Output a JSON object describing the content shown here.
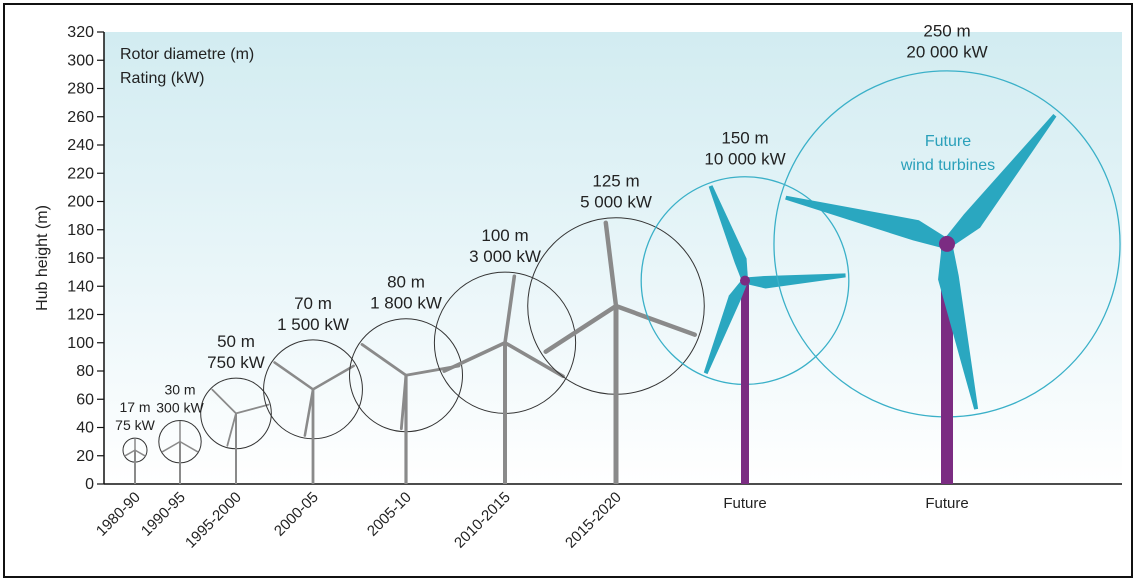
{
  "chart_data": {
    "type": "scatter",
    "title": "",
    "legend_lines": [
      "Rotor diametre (m)",
      "Rating (kW)"
    ],
    "ylabel": "Hub height (m)",
    "xlabel": "",
    "ylim": [
      0,
      320
    ],
    "y_ticks": [
      0,
      20,
      40,
      60,
      80,
      100,
      120,
      140,
      160,
      180,
      200,
      220,
      240,
      260,
      280,
      300,
      320
    ],
    "grid": false,
    "turbines": [
      {
        "period": "1980-90",
        "rotor_label": "17 m",
        "rating_label": "75 kW",
        "rotor_diameter_m": 17,
        "rating_kw": 75,
        "hub_height_m": 24,
        "future": false
      },
      {
        "period": "1990-95",
        "rotor_label": "30 m",
        "rating_label": "300 kW",
        "rotor_diameter_m": 30,
        "rating_kw": 300,
        "hub_height_m": 30,
        "future": false
      },
      {
        "period": "1995-2000",
        "rotor_label": "50 m",
        "rating_label": "750 kW",
        "rotor_diameter_m": 50,
        "rating_kw": 750,
        "hub_height_m": 50,
        "future": false
      },
      {
        "period": "2000-05",
        "rotor_label": "70 m",
        "rating_label": "1 500 kW",
        "rotor_diameter_m": 70,
        "rating_kw": 1500,
        "hub_height_m": 67,
        "future": false
      },
      {
        "period": "2005-10",
        "rotor_label": "80 m",
        "rating_label": "1 800 kW",
        "rotor_diameter_m": 80,
        "rating_kw": 1800,
        "hub_height_m": 77,
        "future": false
      },
      {
        "period": "2010-2015",
        "rotor_label": "100 m",
        "rating_label": "3 000 kW",
        "rotor_diameter_m": 100,
        "rating_kw": 3000,
        "hub_height_m": 100,
        "future": false
      },
      {
        "period": "2015-2020",
        "rotor_label": "125 m",
        "rating_label": "5 000 kW",
        "rotor_diameter_m": 125,
        "rating_kw": 5000,
        "hub_height_m": 126,
        "future": false
      },
      {
        "period": "Future",
        "rotor_label": "150 m",
        "rating_label": "10 000 kW",
        "rotor_diameter_m": 150,
        "rating_kw": 10000,
        "hub_height_m": 144,
        "future": true
      },
      {
        "period": "Future",
        "rotor_label": "250 m",
        "rating_label": "20 000 kW",
        "rotor_diameter_m": 250,
        "rating_kw": 20000,
        "hub_height_m": 170,
        "future": true
      }
    ],
    "annotation": [
      "Future",
      "wind turbines"
    ],
    "colors": {
      "background_top": "#d2ecf1",
      "background_bottom": "#ffffff",
      "past_tower": "#8a8a8a",
      "past_circle": "#333333",
      "future_blade": "#2aa7c0",
      "future_circle": "#3ab0c8",
      "future_tower": "#7b2c82",
      "future_label": "#7b2c82",
      "annotation_text": "#2aa0ba",
      "axis": "#111111"
    }
  }
}
